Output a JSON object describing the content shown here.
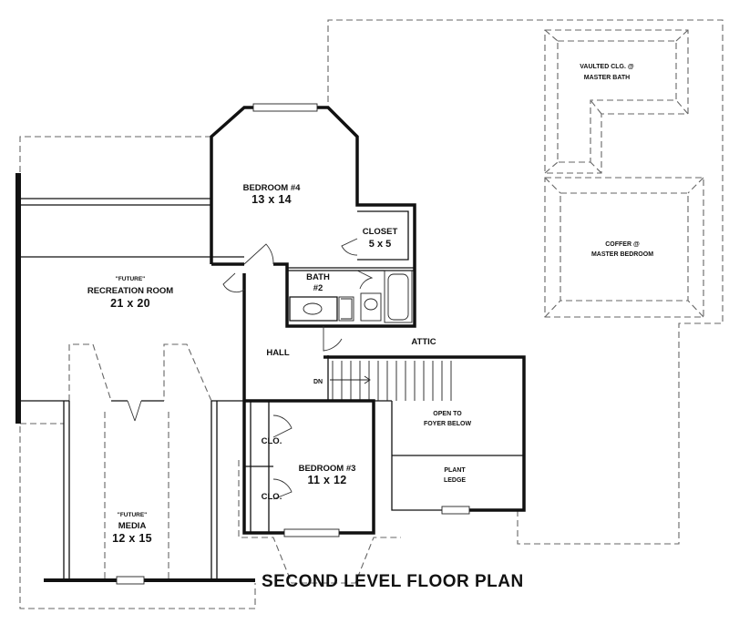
{
  "plan_title": "SECOND LEVEL FLOOR PLAN",
  "rooms": {
    "bedroom4": {
      "name": "BEDROOM #4",
      "dims": "13 x 14"
    },
    "closet": {
      "name": "CLOSET",
      "dims": "5 x 5"
    },
    "bath2": {
      "name": "BATH",
      "number": "#2"
    },
    "recreation": {
      "tag": "\"FUTURE\"",
      "name": "RECREATION ROOM",
      "dims": "21 x 20"
    },
    "hall": {
      "name": "HALL"
    },
    "attic": {
      "name": "ATTIC"
    },
    "stairs": {
      "label": "DN"
    },
    "open_to_foyer": {
      "line1": "OPEN TO",
      "line2": "FOYER BELOW"
    },
    "plant_ledge": {
      "line1": "PLANT",
      "line2": "LEDGE"
    },
    "bedroom3": {
      "name": "BEDROOM #3",
      "dims": "11 x 12"
    },
    "clo_upper": {
      "name": "CLO."
    },
    "clo_lower": {
      "name": "CLO."
    },
    "media": {
      "tag": "\"FUTURE\"",
      "name": "MEDIA",
      "dims": "12 x 15"
    }
  },
  "ceilings": {
    "vaulted": {
      "line1": "VAULTED CLG. @",
      "line2": "MASTER BATH"
    },
    "coffer": {
      "line1": "COFFER @",
      "line2": "MASTER BEDROOM"
    }
  }
}
